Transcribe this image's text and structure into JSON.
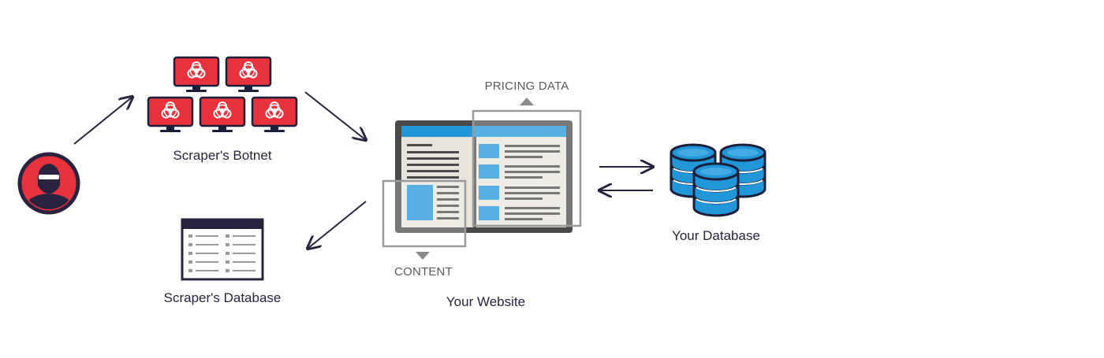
{
  "labels": {
    "botnet": "Scraper's Botnet",
    "scraper_db": "Scraper's Database",
    "website": "Your Website",
    "database": "Your Database",
    "pricing": "PRICING DATA",
    "content": "CONTENT"
  },
  "colors": {
    "ink": "#2a2340",
    "threat_red": "#e8333f",
    "db_blue": "#2196d9",
    "db_rim": "#1a1f3a",
    "screen_frame": "#4a4a4a",
    "panel_bg": "#e8e4dc",
    "callout_gray": "#9a9a9a"
  },
  "icons": {
    "attacker": "hacker-avatar-icon",
    "botnet": "biohazard-monitor-icon",
    "scraper_db": "table-document-icon",
    "website": "website-screen-icon",
    "database": "database-cylinder-icon"
  }
}
